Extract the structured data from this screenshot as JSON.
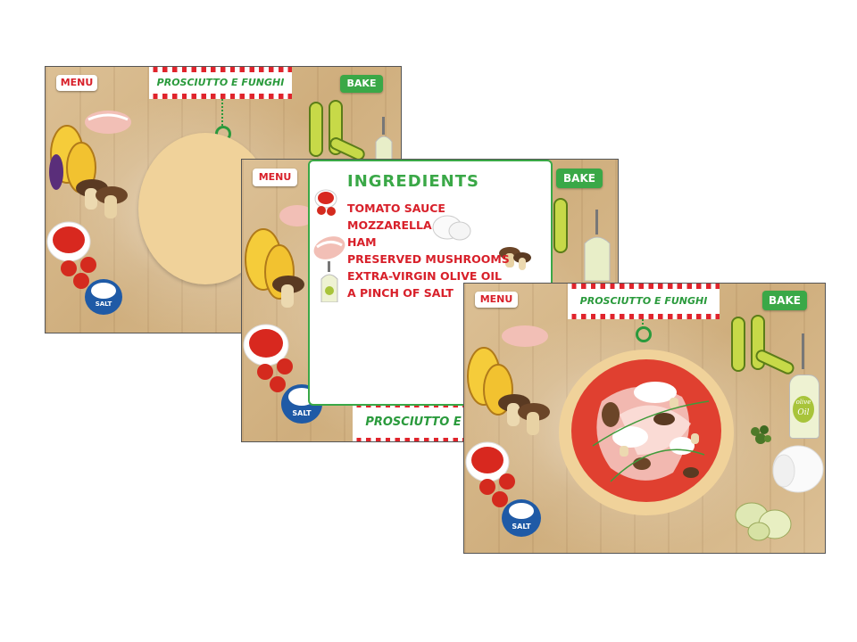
{
  "buttons": {
    "menu_label": "MENU",
    "bake_label": "BAKE"
  },
  "pizza_name": "PROSCIUTTO E FUNGHI",
  "pizza_name_truncated": "PROSCIUTTO E FU",
  "ingredients_panel": {
    "title": "INGREDIENTS",
    "items": [
      "TOMATO SAUCE",
      "MOZZARELLA",
      "HAM",
      "PRESERVED MUSHROOMS",
      "EXTRA-VIRGIN OLIVE OIL",
      "A PINCH OF SALT"
    ]
  },
  "labels": {
    "salt_jar": "SALT",
    "olive_oil_bottle_line1": "olive",
    "olive_oil_bottle_line2": "Oil"
  },
  "colors": {
    "red": "#d8202a",
    "green": "#3aa847",
    "dough": "#f0d29a",
    "sauce": "#e04030"
  },
  "icons": [
    "tomato-sauce-bowl-icon",
    "mozzarella-icon",
    "ham-icon",
    "mushroom-icon",
    "olive-oil-bottle-icon",
    "salt-jar-icon",
    "zucchini-icon",
    "eggplant-icon",
    "cherry-tomato-icon",
    "basil-icon",
    "artichoke-icon"
  ]
}
